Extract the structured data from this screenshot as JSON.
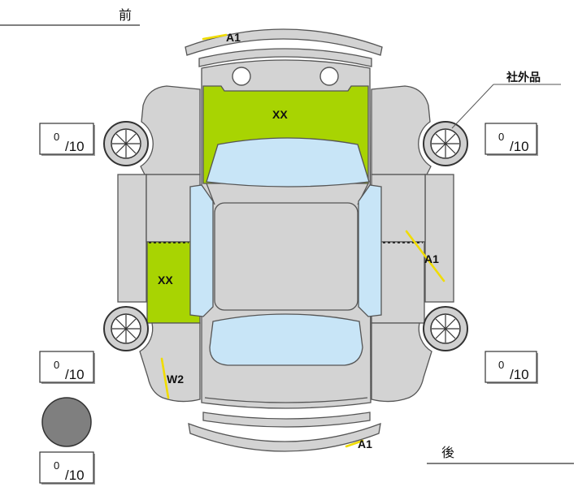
{
  "orientation": {
    "front": "前",
    "rear": "後"
  },
  "callout": {
    "label": "社外品"
  },
  "damage_marks": {
    "front_bumper": "A1",
    "hood": "XX",
    "left_rear_door": "XX",
    "right_rear_door": "A1",
    "left_rear_quarter": "W2",
    "rear_bumper": "A1"
  },
  "tire_tread": {
    "front_left": {
      "value": "0",
      "suffix": "/10"
    },
    "front_right": {
      "value": "0",
      "suffix": "/10"
    },
    "rear_left": {
      "value": "0",
      "suffix": "/10"
    },
    "rear_right": {
      "value": "0",
      "suffix": "/10"
    },
    "spare": {
      "value": "0",
      "suffix": "/10"
    }
  },
  "colors": {
    "replaced_panel": "#a8d402",
    "glass": "#c8e5f7",
    "body": "#d3d3d3",
    "mark_line": "#f0dc00",
    "spare_tire": "#7f7f7f"
  }
}
